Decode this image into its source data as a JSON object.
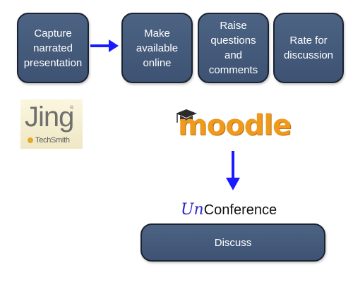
{
  "diagram": {
    "steps": [
      {
        "id": "capture",
        "label": "Capture\nnarrated\npresentation"
      },
      {
        "id": "make-available",
        "label": "Make\navailable\nonline"
      },
      {
        "id": "raise-questions",
        "label": "Raise\nquestions\nand\ncomments"
      },
      {
        "id": "rate",
        "label": "Rate for\ndiscussion"
      },
      {
        "id": "discuss",
        "label": "Discuss"
      }
    ],
    "logos": {
      "jing": {
        "word": "Jing",
        "trademark": "®",
        "maker": "TechSmith"
      },
      "moodle": {
        "word": "moodle"
      },
      "unconference": {
        "prefix": "Un",
        "rest": "Conference"
      }
    },
    "colors": {
      "box_fill": "#4c6384",
      "box_border": "#1c2330",
      "arrow": "#1a1aff",
      "moodle_orange": "#f09a1d",
      "un_blue": "#2a26c9"
    }
  }
}
